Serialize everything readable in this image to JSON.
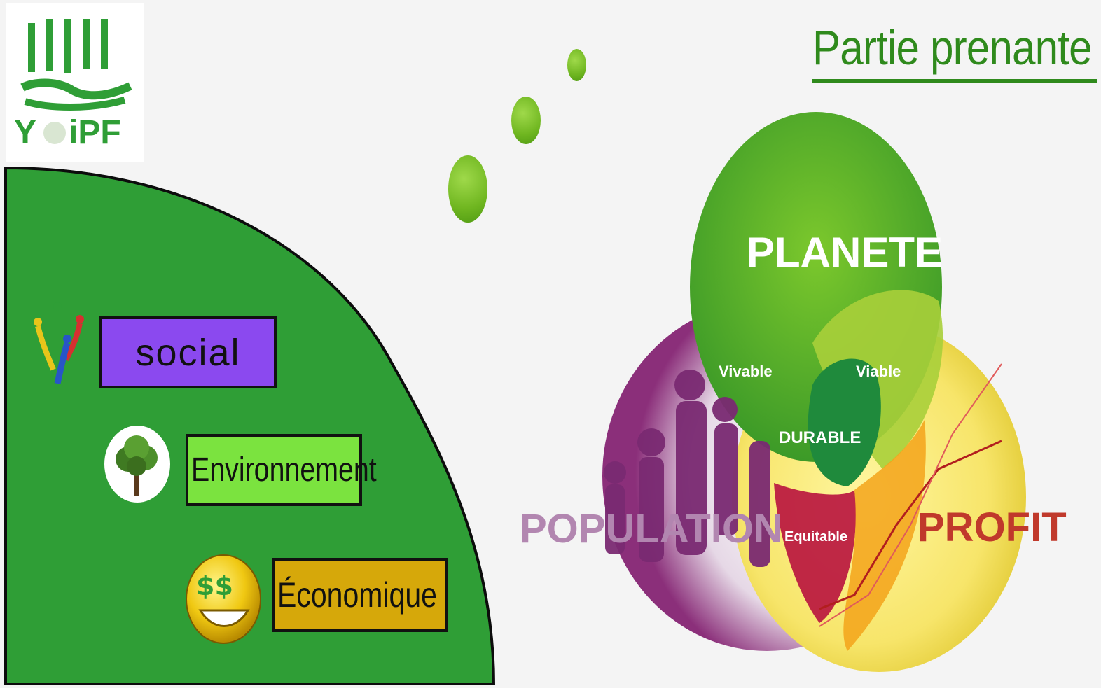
{
  "logo": {
    "name": "logo-mark"
  },
  "header": {
    "title": "Partie prenante"
  },
  "categories": {
    "social": "social",
    "environment": "Environnement",
    "economic": "Économique"
  },
  "venn": {
    "planet": "PLANETE",
    "population": "POPULATION",
    "profit": "PROFIT",
    "livable": "Vivable",
    "viable": "Viable",
    "durable": "DURABLE",
    "equitable": "Equitable"
  },
  "colors": {
    "panel_green": "#2f9e36",
    "title_green": "#2f8a1c",
    "social_box": "#8b49ef",
    "environment_box": "#7be33f",
    "economic_box": "#d6a80a"
  }
}
